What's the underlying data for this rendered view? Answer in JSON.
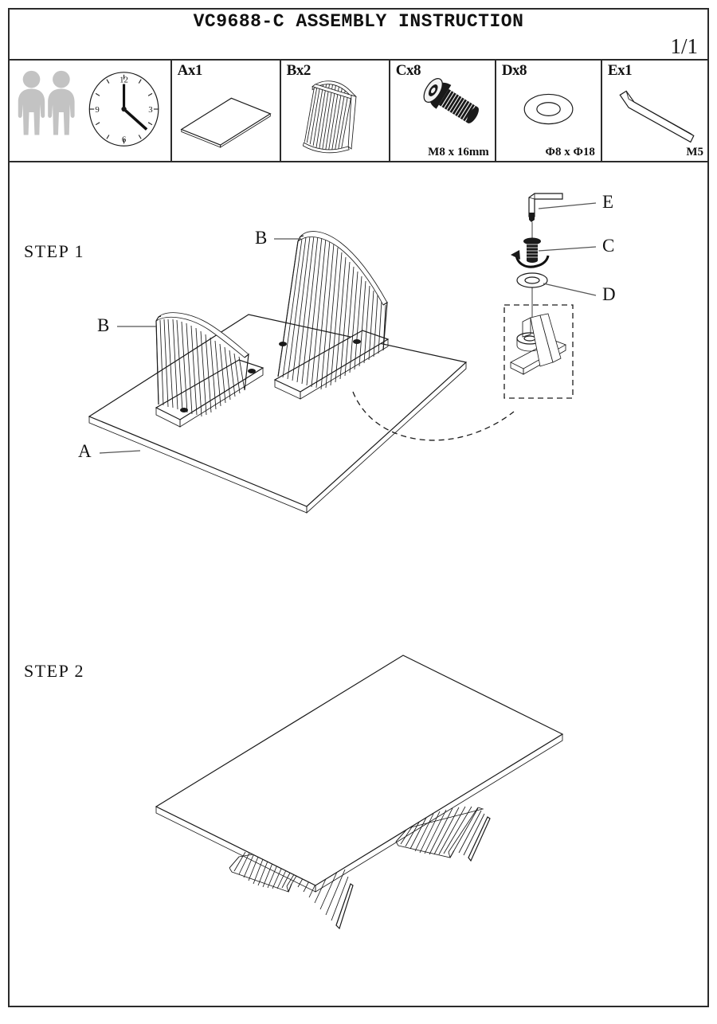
{
  "document": {
    "title": "VC9688-C ASSEMBLY INSTRUCTION",
    "page_number": "1/1"
  },
  "parts_table": {
    "cells": [
      {
        "id": "info",
        "label": "",
        "spec": "",
        "icons": [
          "two-person-icon",
          "clock-icon"
        ],
        "clock_time": "12:22"
      },
      {
        "id": "A",
        "label": "Ax1",
        "spec": "",
        "icon": "tabletop-panel-icon"
      },
      {
        "id": "B",
        "label": "Bx2",
        "spec": "",
        "icon": "fluted-leg-icon"
      },
      {
        "id": "C",
        "label": "Cx8",
        "spec": "M8 x 16mm",
        "icon": "bolt-icon"
      },
      {
        "id": "D",
        "label": "Dx8",
        "spec": "Φ8 x Φ18",
        "icon": "washer-icon"
      },
      {
        "id": "E",
        "label": "Ex1",
        "spec": "M5",
        "icon": "allen-key-icon"
      }
    ]
  },
  "steps": [
    {
      "id": "step1",
      "label": "STEP 1",
      "callouts": [
        {
          "id": "b-left",
          "text": "B"
        },
        {
          "id": "b-right",
          "text": "B"
        },
        {
          "id": "a-top",
          "text": "A"
        }
      ],
      "detail": {
        "callouts": [
          {
            "id": "e",
            "text": "E"
          },
          {
            "id": "c",
            "text": "C"
          },
          {
            "id": "d",
            "text": "D"
          }
        ]
      }
    },
    {
      "id": "step2",
      "label": "STEP 2",
      "callouts": []
    }
  ],
  "colors": {
    "line": "#1a1a1a",
    "frame": "#2b2b2b",
    "person": "#c3c3c3",
    "background": "#ffffff"
  }
}
